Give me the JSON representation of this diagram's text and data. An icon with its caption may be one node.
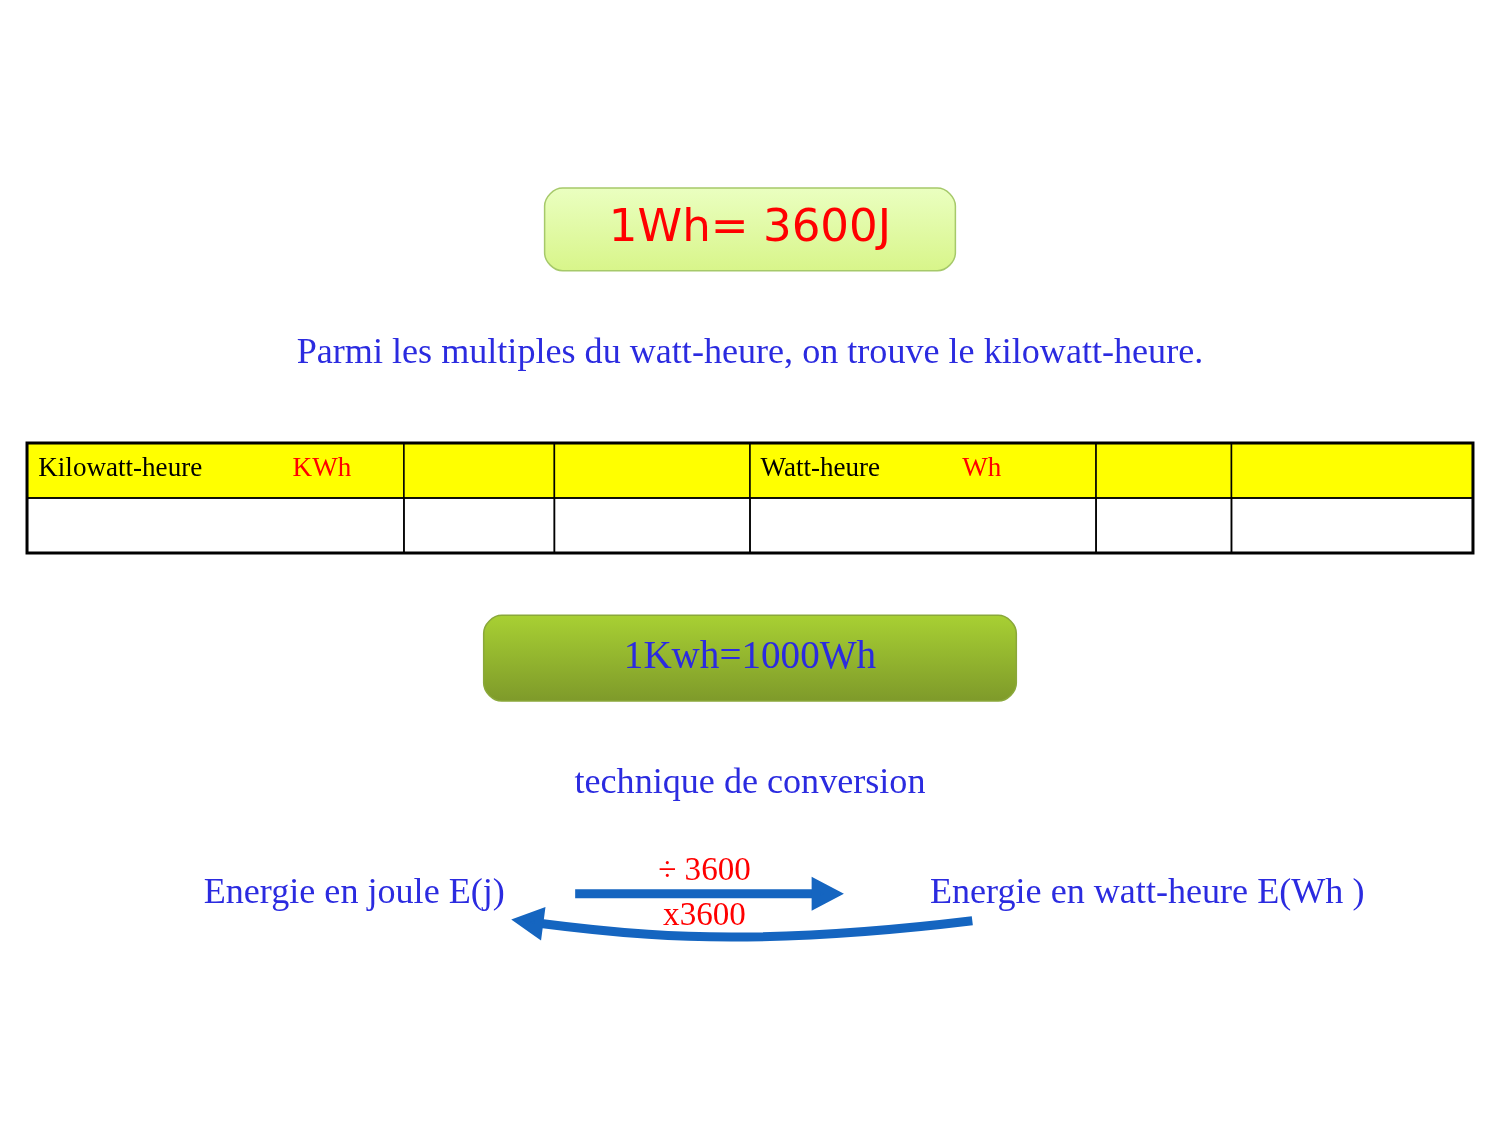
{
  "diagram": {
    "nodes": [
      {
        "text": [
          "1Wh= 3600J"
        ]
      },
      {
        "text": [
          "1Kwh=1000Wh"
        ]
      },
      {
        "text": [
          "Energie en joule E(j)"
        ]
      },
      {
        "text": [
          "Energie en watt-heure E(Wh )"
        ]
      }
    ],
    "edges": [
      {
        "from": 2,
        "to": 3,
        "arrow": "to",
        "label": "÷ 3600"
      },
      {
        "from": 3,
        "to": 2,
        "arrow": "to",
        "label": "x3600"
      }
    ],
    "labels": [
      "Parmi les multiples du watt-heure, on trouve le kilowatt-heure.",
      "Kilowatt-heure",
      "KWh",
      "Watt-heure",
      "Wh",
      "technique de conversion"
    ]
  }
}
